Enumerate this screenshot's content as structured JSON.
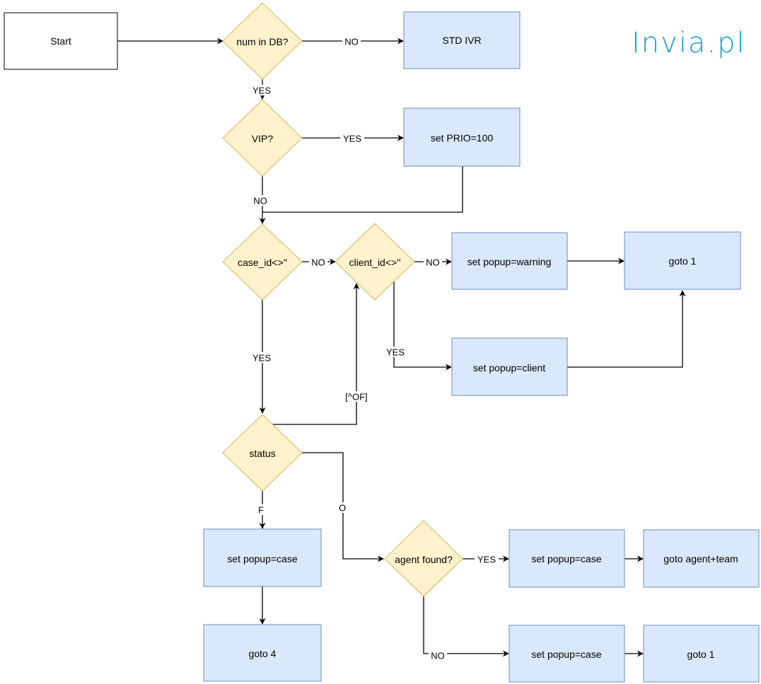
{
  "brand": {
    "text": "Invia.pl",
    "color": "#1a9fd9"
  },
  "colors": {
    "process_fill": "#dae8fc",
    "process_stroke": "#6c8ebf",
    "decision_fill": "#fff2cc",
    "decision_stroke": "#d6b656",
    "start_fill": "#ffffff",
    "start_stroke": "#000000"
  },
  "nodes": {
    "start": "Start",
    "num_in_db": "num in DB?",
    "std_ivr": "STD IVR",
    "vip": "VIP?",
    "set_prio": "set PRIO=100",
    "case_id": "case_id<>''",
    "client_id": "client_id<>''",
    "popup_warning": "set popup=warning",
    "goto1_top": "goto 1",
    "popup_client": "set popup=client",
    "status": "status",
    "popup_case_left": "set popup=case",
    "goto4": "goto 4",
    "agent_found": "agent found?",
    "popup_case_yes": "set popup=case",
    "goto_agent_team": "goto agent+team",
    "popup_case_no": "set popup=case",
    "goto1_bottom": "goto 1"
  },
  "edge_labels": {
    "db_no": "NO",
    "db_yes": "YES",
    "vip_yes": "YES",
    "vip_no": "NO",
    "case_no": "NO",
    "client_no": "NO",
    "client_yes": "YES",
    "case_yes": "YES",
    "status_notof": "[^OF]",
    "status_f": "F",
    "status_o": "O",
    "agent_yes": "YES",
    "agent_no": "NO"
  }
}
